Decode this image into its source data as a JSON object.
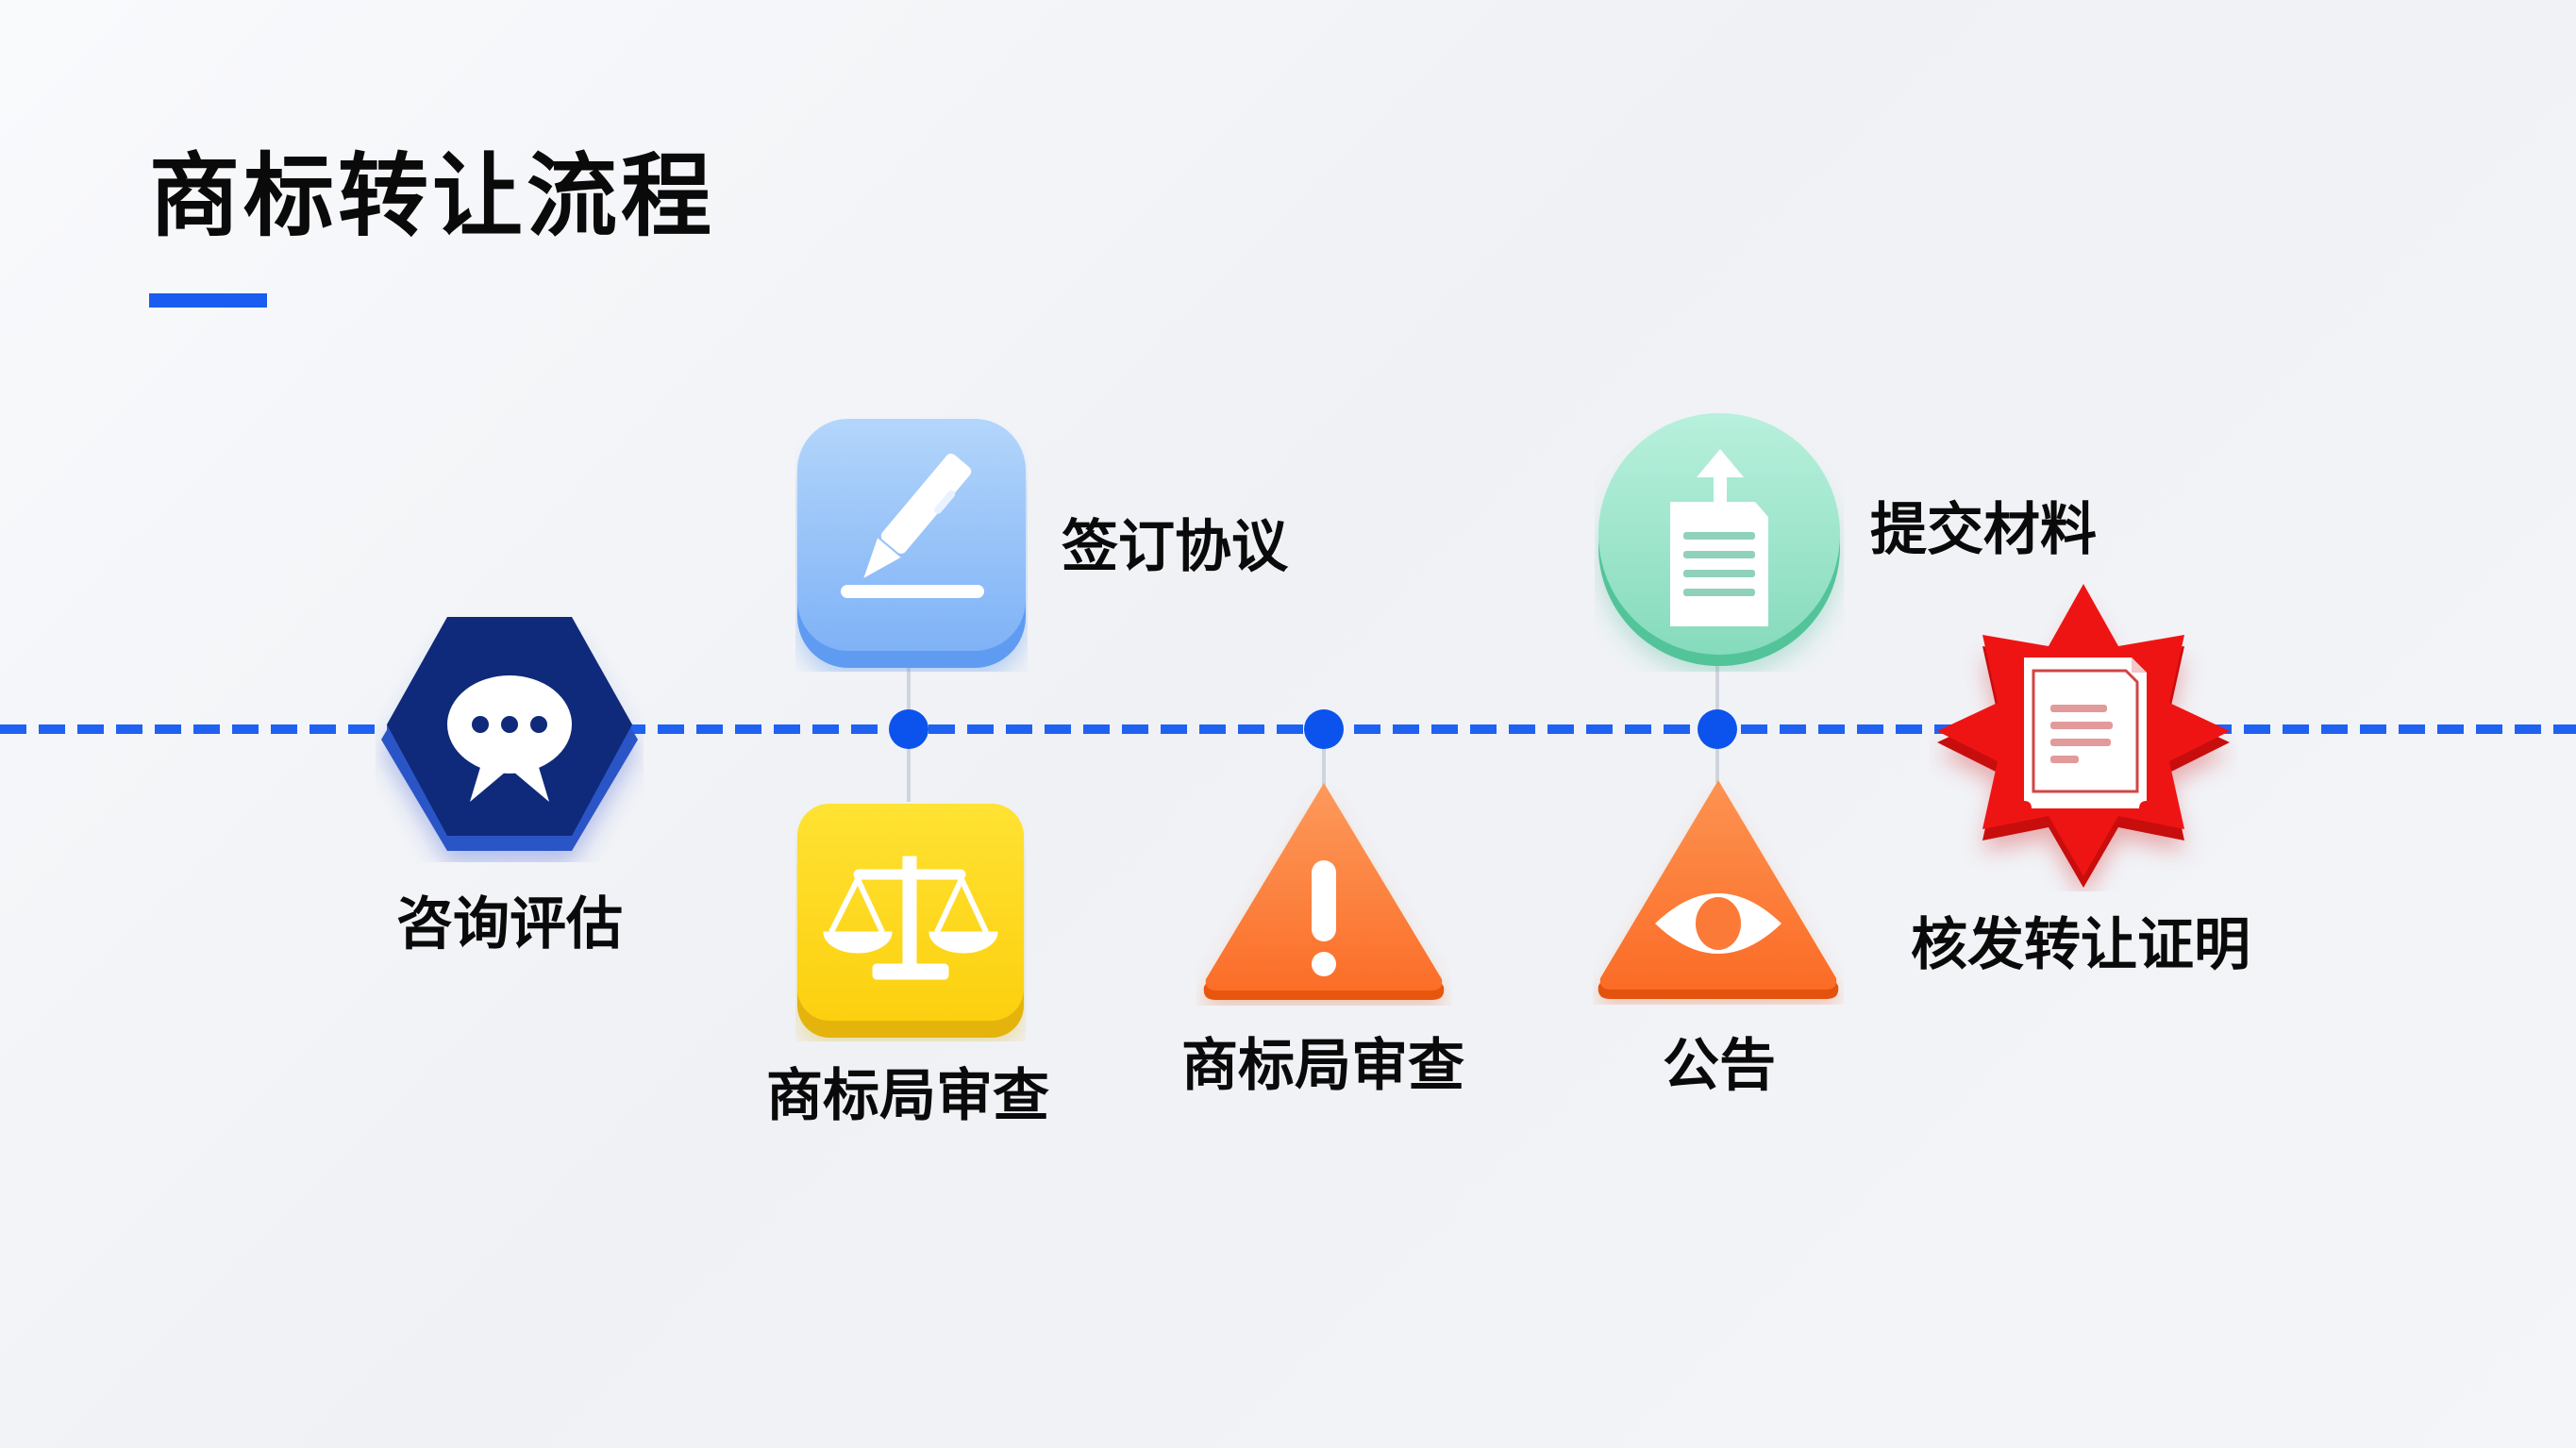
{
  "title": "商标转让流程",
  "accent_color": "#1a5cf0",
  "steps": [
    {
      "label": "咨询评估",
      "icon": "chat-bubble-icon",
      "shape": "hexagon",
      "color": "#0f2a7a",
      "position": "on-line"
    },
    {
      "label": "签订协议",
      "icon": "pen-sign-icon",
      "shape": "rounded-square",
      "color": "#8dbdf8",
      "position": "above"
    },
    {
      "label": "商标局审查",
      "icon": "scales-icon",
      "shape": "rounded-square",
      "color": "#fdd31a",
      "position": "below"
    },
    {
      "label": "商标局审查",
      "icon": "warning-icon",
      "shape": "triangle",
      "color": "#fb7d3c",
      "position": "below"
    },
    {
      "label": "提交材料",
      "icon": "upload-document-icon",
      "shape": "circle",
      "color": "#8fe0c4",
      "position": "above"
    },
    {
      "label": "公告",
      "icon": "eye-icon",
      "shape": "triangle",
      "color": "#fb7a38",
      "position": "below"
    },
    {
      "label": "核发转让证明",
      "icon": "certificate-icon",
      "shape": "starburst",
      "color": "#ee1212",
      "position": "on-line"
    }
  ]
}
